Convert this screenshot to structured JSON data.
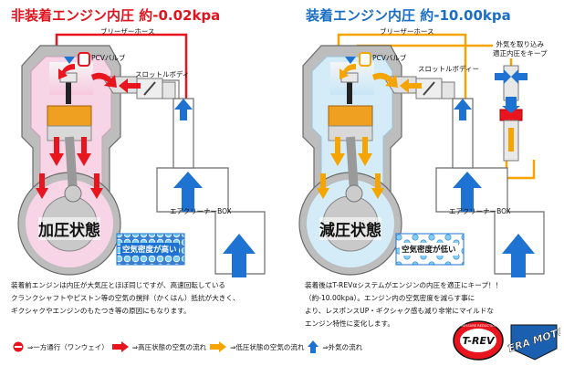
{
  "left": {
    "title": "非装着エンジン内圧 約-0.02kpa",
    "breather_hose": "ブリーザーホース",
    "pcv_valve": "PCVバルブ",
    "throttle_body": "スロットルボディ",
    "air_cleaner": "エアクリーナーBOX",
    "state": "加圧状態",
    "air_density": "空気密度が高い",
    "description": [
      "装着前エンジンは内圧が大気圧とほぼ同じですが、高速回転している",
      "クランクシャフトやピストン等の空気の撹拌（かくはん）抵抗が大きく、",
      "ギクシャクやエンジンのもたつき等の原因にもなります。"
    ]
  },
  "right": {
    "title": "装着エンジン内圧 約-10.00kpa",
    "breather_hose": "ブリーザーホース",
    "pcv_valve": "PCVバルブ",
    "throttle_body": "スロットルボディー",
    "intake_valve": [
      "外気を取り込み",
      "適正内圧をキープ"
    ],
    "air_cleaner": "エアクリーナーBOX",
    "state": "減圧状態",
    "air_density": "空気密度が低い",
    "description": [
      "装着後はT-REVαシステムがエンジンの内圧を適正にキープ！！",
      "（約-10.00kpa）。エンジン内の空気密度を減らす事に",
      "より、レスポンスUP・ギクシャク感も減り非常にマイルドな",
      "エンジン特性に変化します。"
    ]
  },
  "legend": {
    "one_way": "⇒一方通行（ワンウェイ）",
    "high_pressure": "⇒高圧状態の空気の流れ",
    "low_pressure": "⇒低圧状態の空気の流れ",
    "outside_air": "⇒外気の流れ"
  },
  "logos": {
    "trev": "T-REV",
    "trev_ring": "PRESSURE REDUCTION",
    "teramoto": "TERA MOTO"
  },
  "colors": {
    "high_pressure": "#e8141e",
    "low_pressure": "#f5a400",
    "outside_air": "#1e73d2",
    "engine_left": "#f7d4e6",
    "engine_right": "#d4ecf8",
    "engine_body": "#c8c8c8"
  }
}
